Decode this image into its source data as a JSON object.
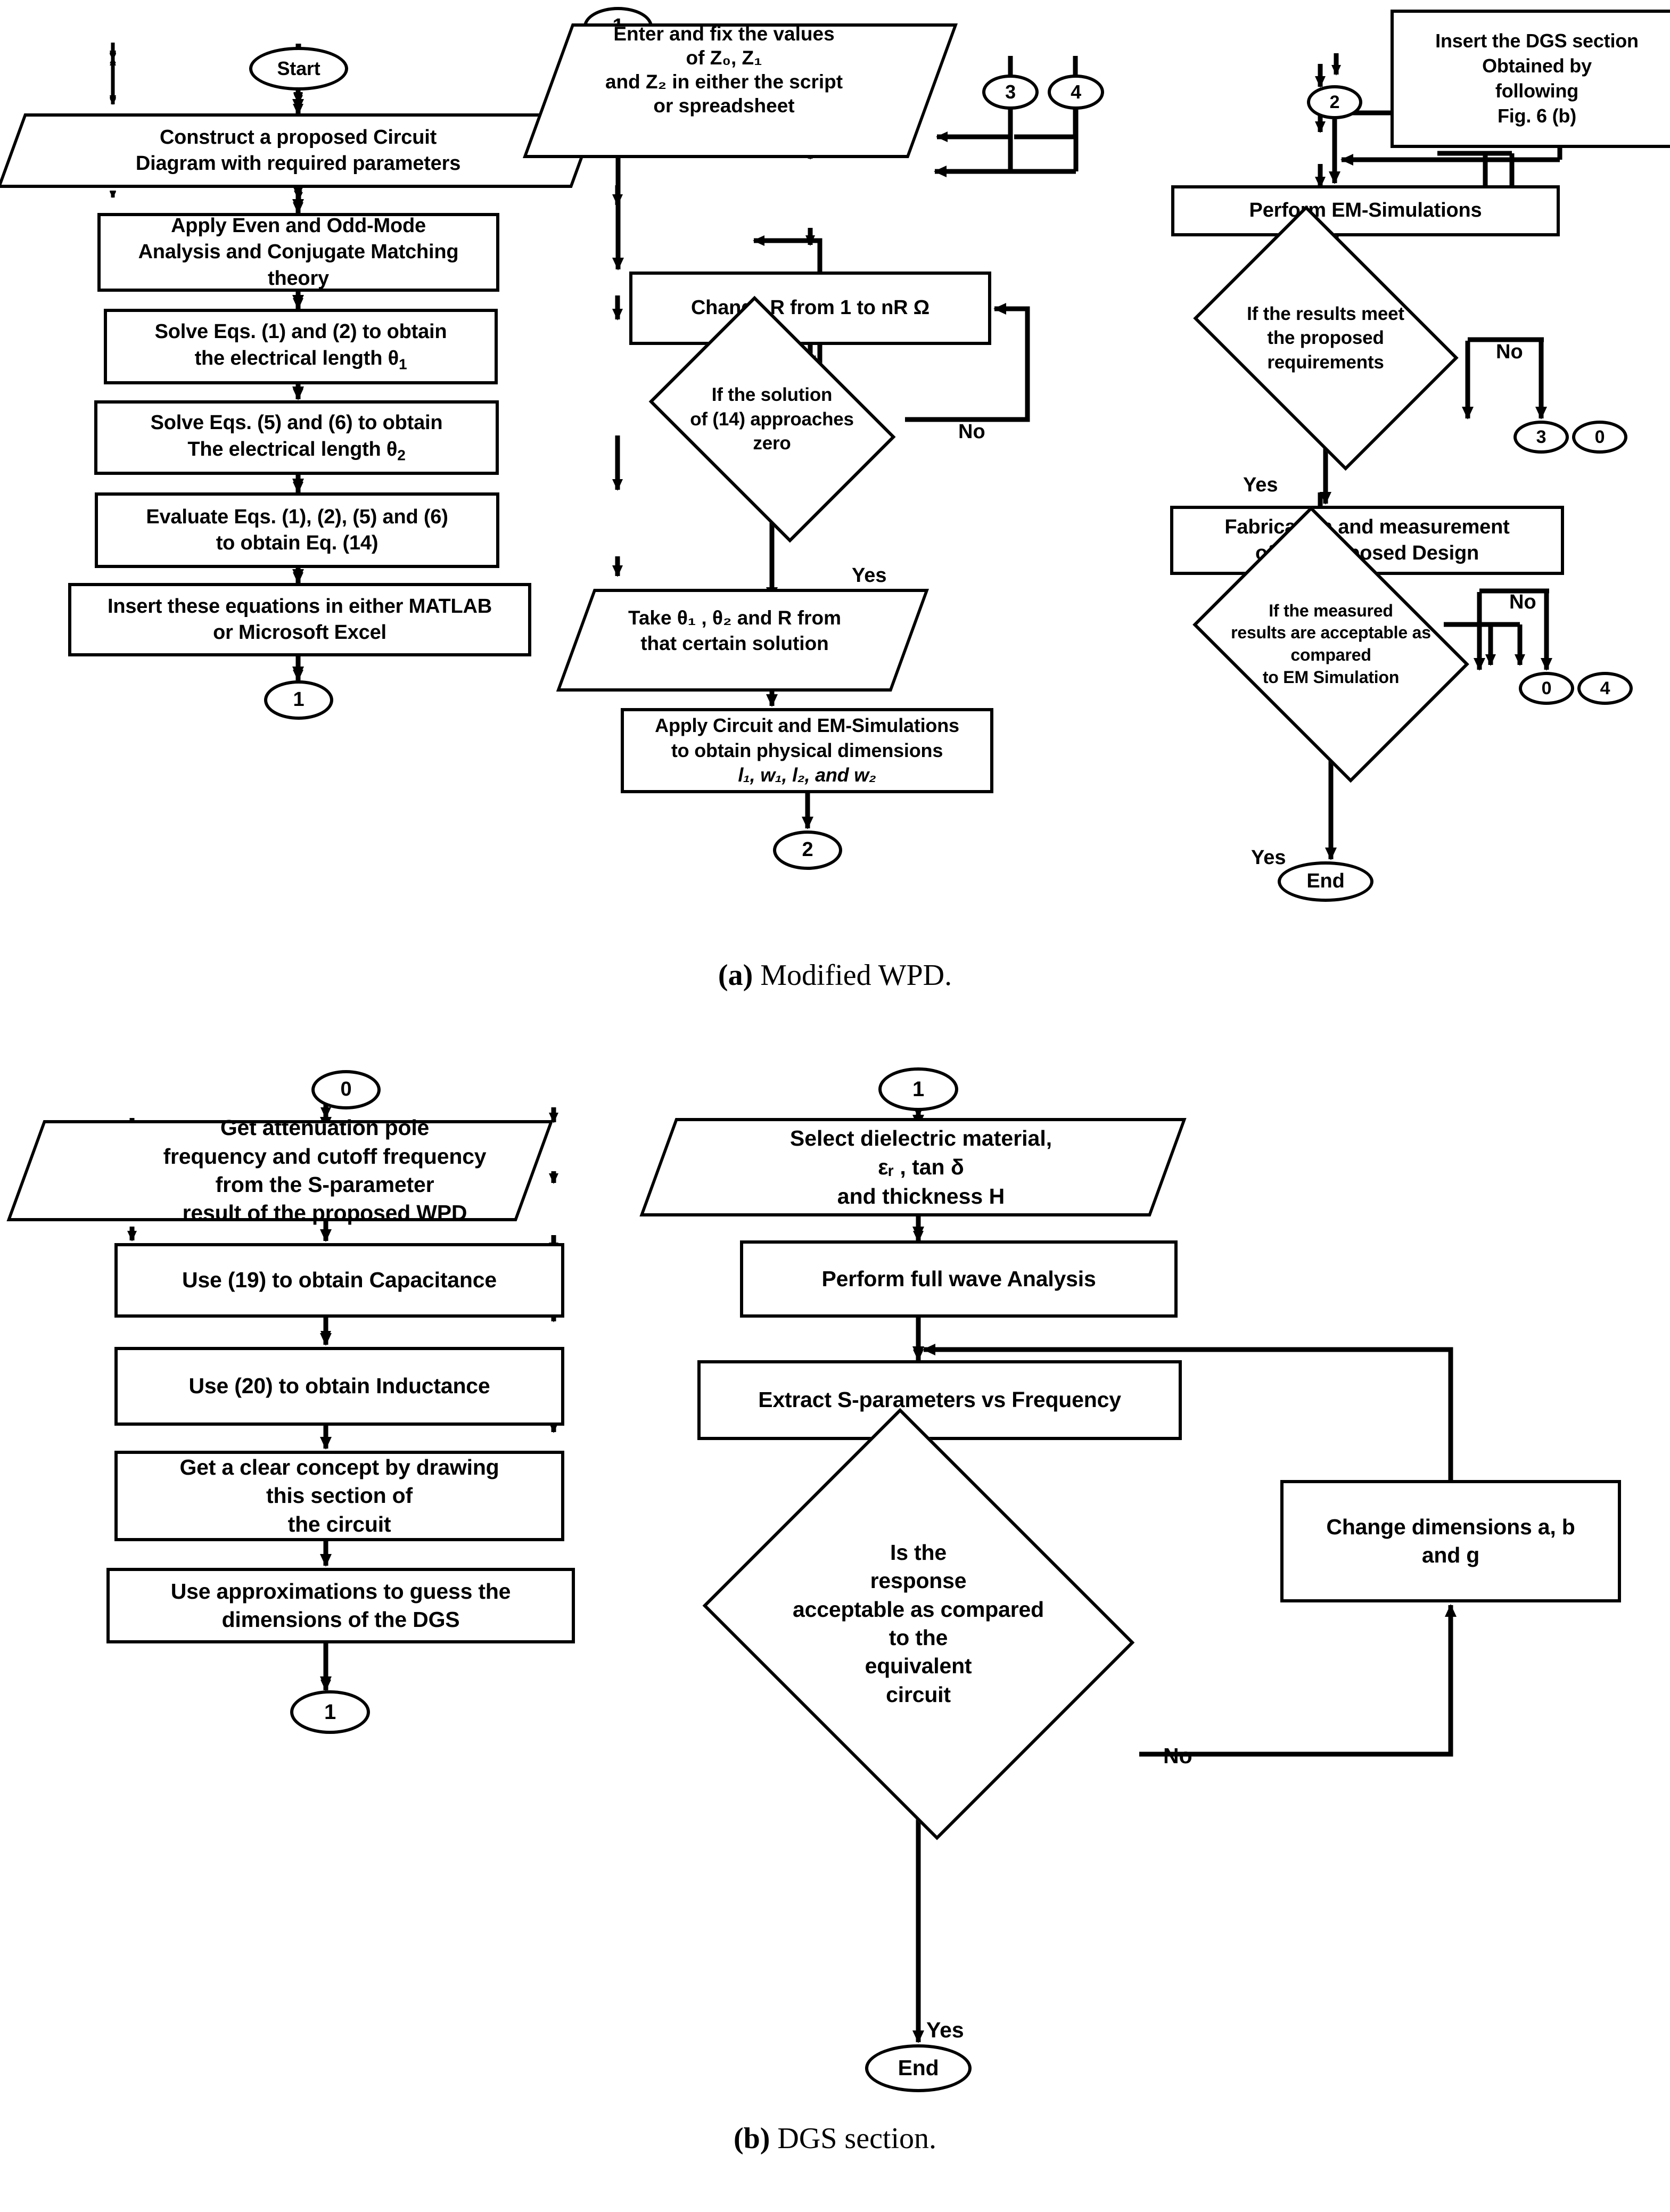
{
  "figure": {
    "caption_a_prefix": "(a)",
    "caption_a_text": " Modified WPD.",
    "caption_b_prefix": "(b)",
    "caption_b_text": " DGS section."
  },
  "flowchart_a": {
    "title": "Modified WPD",
    "column1": {
      "start": "Start",
      "construct": "Construct a proposed Circuit\nDiagram with required parameters",
      "apply_even_odd": "Apply Even and Odd-Mode\nAnalysis and Conjugate Matching\ntheory",
      "solve_12": "Solve  Eqs. (1) and (2) to obtain\nthe electrical length θ",
      "solve_12_sub": "1",
      "solve_56": "Solve Eqs. (5) and (6)  to obtain\nThe electrical length θ",
      "solve_56_sub": "2",
      "evaluate": "Evaluate  Eqs. (1), (2), (5)  and (6)\nto obtain  Eq. (14)",
      "insert_matlab": "Insert these equations in either MATLAB\nor Microsoft Excel",
      "connector_out": "1"
    },
    "column2": {
      "connector_in": "1",
      "connector_3": "3",
      "connector_4": "4",
      "enter_values_l1": "Enter and fix the values",
      "enter_values_l2": "of  Z₀, Z₁",
      "enter_values_l3": "and Z₂ in either the script",
      "enter_values_l4": "or spreadsheet",
      "change_r": "Change R from 1 to nR  Ω",
      "decision_solution": "If the solution\nof  (14) approaches\nzero",
      "decision_solution_no": "No",
      "decision_solution_yes": "Yes",
      "take_theta": "Take θ₁ , θ₂ and R from\nthat certain solution",
      "apply_circuit_l1": "Apply Circuit and EM-Simulations",
      "apply_circuit_l2": "to obtain physical dimensions",
      "apply_circuit_l3": "l₁, w₁, l₂, and w₂",
      "connector_out": "2"
    },
    "column3": {
      "connector_in": "2",
      "insert_dgs": "Insert the DGS section\nObtained by\nfollowing\nFig. 6 (b)",
      "perform_em": "Perform  EM-Simulations",
      "decision_results": "If the results meet\nthe proposed\nrequirements",
      "decision_results_no": "No",
      "decision_results_yes": "Yes",
      "no_branch_c1": "3",
      "no_branch_c2": "0",
      "fabrication": "Fabrication and measurement\nof the proposed Design",
      "decision_measured": "If the measured\nresults are acceptable as\ncompared\nto EM Simulation",
      "decision_measured_no": "No",
      "decision_measured_yes": "Yes",
      "no_branch2_c1": "0",
      "no_branch2_c2": "4",
      "end": "End"
    }
  },
  "flowchart_b": {
    "title": "DGS section",
    "column1": {
      "connector_in": "0",
      "get_attenuation": "Get attenuation pole\nfrequency and cutoff frequency\nfrom the S-parameter\nresult of the proposed WPD",
      "use_19": "Use (19) to obtain Capacitance",
      "use_20": "Use (20) to obtain Inductance",
      "get_concept": "Get a clear concept by drawing\nthis section of\nthe circuit",
      "use_approx": "Use approximations to guess the\ndimensions of the DGS",
      "connector_out": "1"
    },
    "column2": {
      "connector_in": "1",
      "select_dielectric_l1": "Select dielectric material,",
      "select_dielectric_l2": "εᵣ , tan δ",
      "select_dielectric_l3": "and thickness H",
      "perform_fullwave": "Perform full wave Analysis",
      "extract_s": "Extract S-parameters vs Frequency",
      "decision_response": "Is the\nresponse\nacceptable as compared\nto the\nequivalent\ncircuit",
      "decision_response_no": "No",
      "decision_response_yes": "Yes",
      "change_dimensions_l1": "Change dimensions a, b",
      "change_dimensions_l2": "and g",
      "end": "End"
    }
  },
  "style": {
    "stroke": "#000000",
    "fill": "#ffffff"
  }
}
